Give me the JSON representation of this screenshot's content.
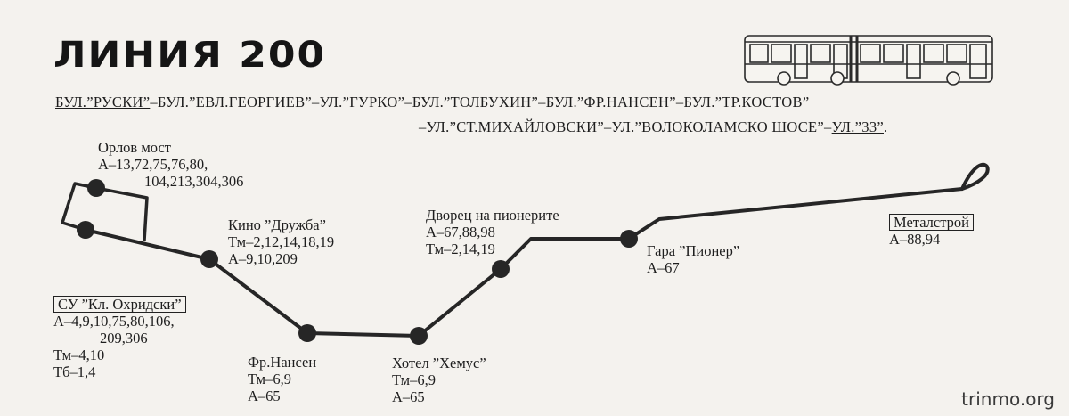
{
  "title": "ЛИНИЯ 200",
  "route": {
    "line1": [
      {
        "text": "БУЛ.”РУСКИ”",
        "u": true
      },
      {
        "text": "–БУЛ.”ЕВЛ.ГЕОРГИЕВ”–УЛ.”ГУРКО”–БУЛ.”ТОЛБУХИН”–БУЛ.”ФР.НАНСЕН”–БУЛ.”ТР.КОСТОВ”",
        "u": false
      }
    ],
    "line2": [
      {
        "text": "–УЛ.”СТ.МИХАЙЛОВСКИ”–УЛ.”ВОЛОКОЛАМСКО ШОСЕ”–",
        "u": false
      },
      {
        "text": "УЛ.”33”",
        "u": true
      },
      {
        "text": ".",
        "u": false
      }
    ]
  },
  "stops": {
    "orlov_most": {
      "name": "Орлов мост",
      "lines": [
        "А–13,72,75,76,80,",
        "104,213,304,306"
      ]
    },
    "su_ohridski": {
      "name": "СУ ”Кл. Охридски”",
      "lines": [
        "А–4,9,10,75,80,106,",
        "209,306",
        "Тм–4,10",
        "Тб–1,4"
      ]
    },
    "kino_druzhba": {
      "name": "Кино ”Дружба”",
      "lines": [
        "Тм–2,12,14,18,19",
        "А–9,10,209"
      ]
    },
    "fr_nansen": {
      "name": "Фр.Нансен",
      "lines": [
        "Тм–6,9",
        "А–65"
      ]
    },
    "hotel_hemus": {
      "name": "Хотел ”Хемус”",
      "lines": [
        "Тм–6,9",
        "А–65"
      ]
    },
    "dvorets": {
      "name": "Дворец на пионерите",
      "lines": [
        "А–67,88,98",
        "Тм–2,14,19"
      ]
    },
    "gara_pioner": {
      "name": "Гара ”Пионер”",
      "lines": [
        "А–67"
      ]
    },
    "metalstroy": {
      "name": "Металстрой",
      "lines": [
        "А–88,94"
      ]
    }
  },
  "watermark": "trinmo.org",
  "colors": {
    "ink": "#1e1e1e",
    "paper": "#f4f2ee"
  }
}
